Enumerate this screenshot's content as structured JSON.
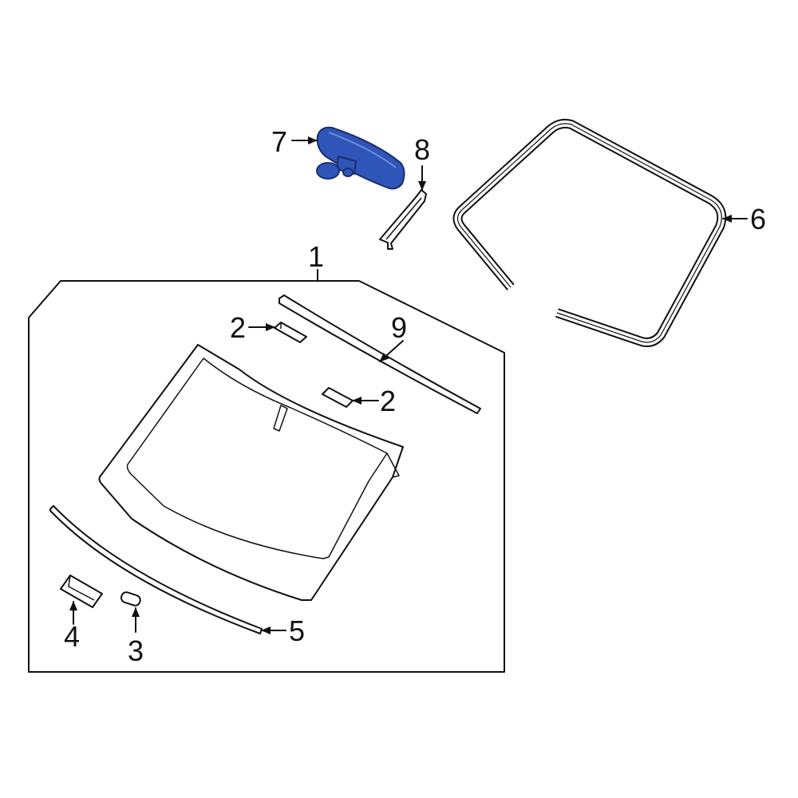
{
  "diagram": {
    "highlight_color": "#2f55b8",
    "callouts": {
      "c1": "1",
      "c2a": "2",
      "c2b": "2",
      "c3": "3",
      "c4": "4",
      "c5": "5",
      "c6": "6",
      "c7": "7",
      "c8": "8",
      "c9": "9"
    },
    "highlighted_part": "7"
  }
}
